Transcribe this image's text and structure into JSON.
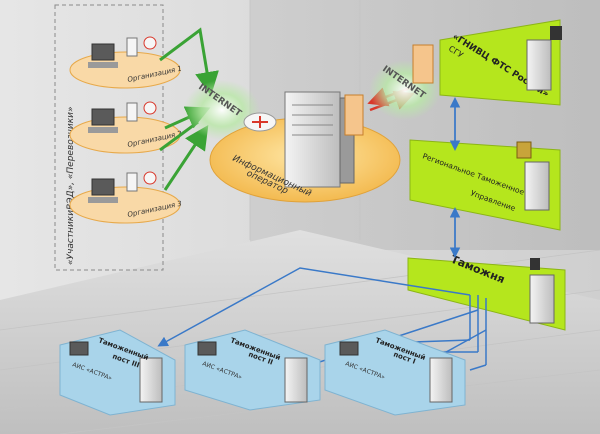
{
  "organizations": [
    {
      "label": "Организация 1"
    },
    {
      "label": "Организация 2"
    },
    {
      "label": "Организация 3"
    }
  ],
  "participants_label": "«УчастникиВЭД», «Перевозчики»",
  "internet_label": "INTERNET",
  "operator_label_line1": "Информационный",
  "operator_label_line2": "оператор",
  "gnivc": {
    "line1": "СГУ",
    "line2": "«ГНИВЦ ФТС России»"
  },
  "rtu": {
    "line1": "Региональное Таможенное",
    "line2": "Управление"
  },
  "customs": {
    "label": "Таможня"
  },
  "posts": [
    {
      "line1": "Таможенный",
      "line2": "пост III",
      "sub": "АИС «АСТРА»"
    },
    {
      "line1": "Таможенный",
      "line2": "пост II",
      "sub": "АИС «АСТРА»"
    },
    {
      "line1": "Таможенный",
      "line2": "пост I",
      "sub": "АИС «АСТРА»"
    }
  ],
  "colors": {
    "green_box": "#b5e61d",
    "orange_ellipse": "#f7c873",
    "org_ellipse": "#f9d9a7",
    "blue_line": "#3a79c8",
    "green_arrow": "#3aa335",
    "post_zone": "#a9d4ea"
  }
}
